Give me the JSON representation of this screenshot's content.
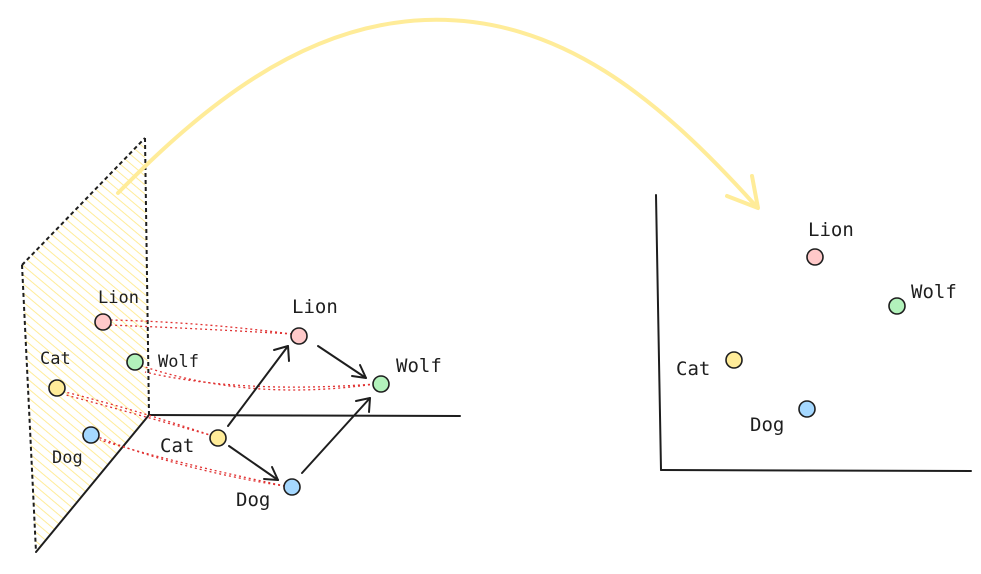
{
  "colors": {
    "lion": "#ffc9c9",
    "wolf": "#b2f2bb",
    "cat": "#ffec99",
    "dog": "#a5d8ff",
    "projection_line": "#e03131",
    "transfer_arrow": "#ffec99",
    "plane_hatch": "#ffec99",
    "ink": "#1e1e1e"
  },
  "embedding_space": {
    "points": {
      "lion": "Lion",
      "wolf": "Wolf",
      "cat": "Cat",
      "dog": "Dog"
    }
  },
  "projection_plane": {
    "points": {
      "lion": "Lion",
      "wolf": "Wolf",
      "cat": "Cat",
      "dog": "Dog"
    }
  },
  "result_plot": {
    "points": {
      "lion": "Lion",
      "wolf": "Wolf",
      "cat": "Cat",
      "dog": "Dog"
    }
  }
}
